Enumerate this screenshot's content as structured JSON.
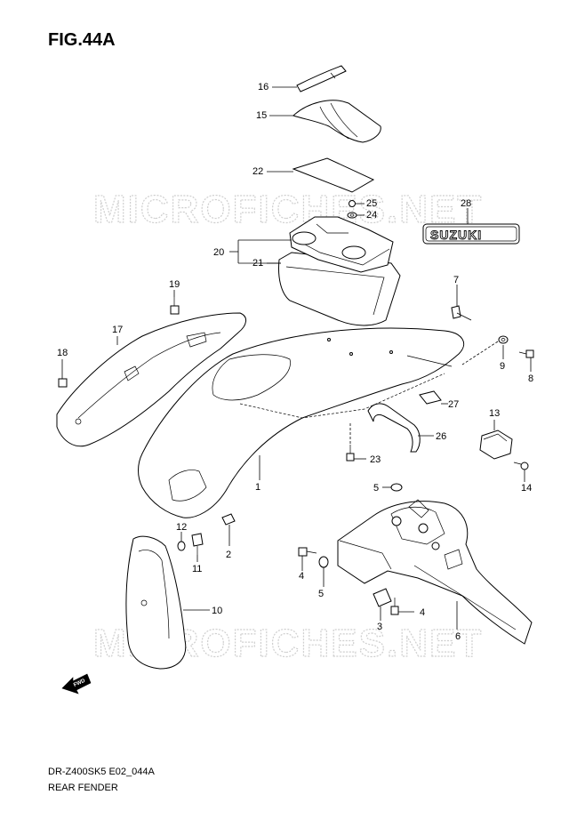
{
  "figure": {
    "title": "FIG.44A",
    "code": "DR-Z400SK5 E02_044A",
    "caption": "REAR FENDER"
  },
  "watermark": "MICROFICHES.NET",
  "logo_text": "SUZUKI",
  "fwd_label": "FWD",
  "callouts": {
    "p1": "1",
    "p2": "2",
    "p3": "3",
    "p4a": "4",
    "p4b": "4",
    "p5a": "5",
    "p5b": "5",
    "p6": "6",
    "p7": "7",
    "p8": "8",
    "p9": "9",
    "p10": "10",
    "p11": "11",
    "p12": "12",
    "p13": "13",
    "p14": "14",
    "p15": "15",
    "p16": "16",
    "p17": "17",
    "p18": "18",
    "p19": "19",
    "p20": "20",
    "p21": "21",
    "p22": "22",
    "p23": "23",
    "p24": "24",
    "p25": "25",
    "p26": "26",
    "p27": "27",
    "p28": "28"
  }
}
